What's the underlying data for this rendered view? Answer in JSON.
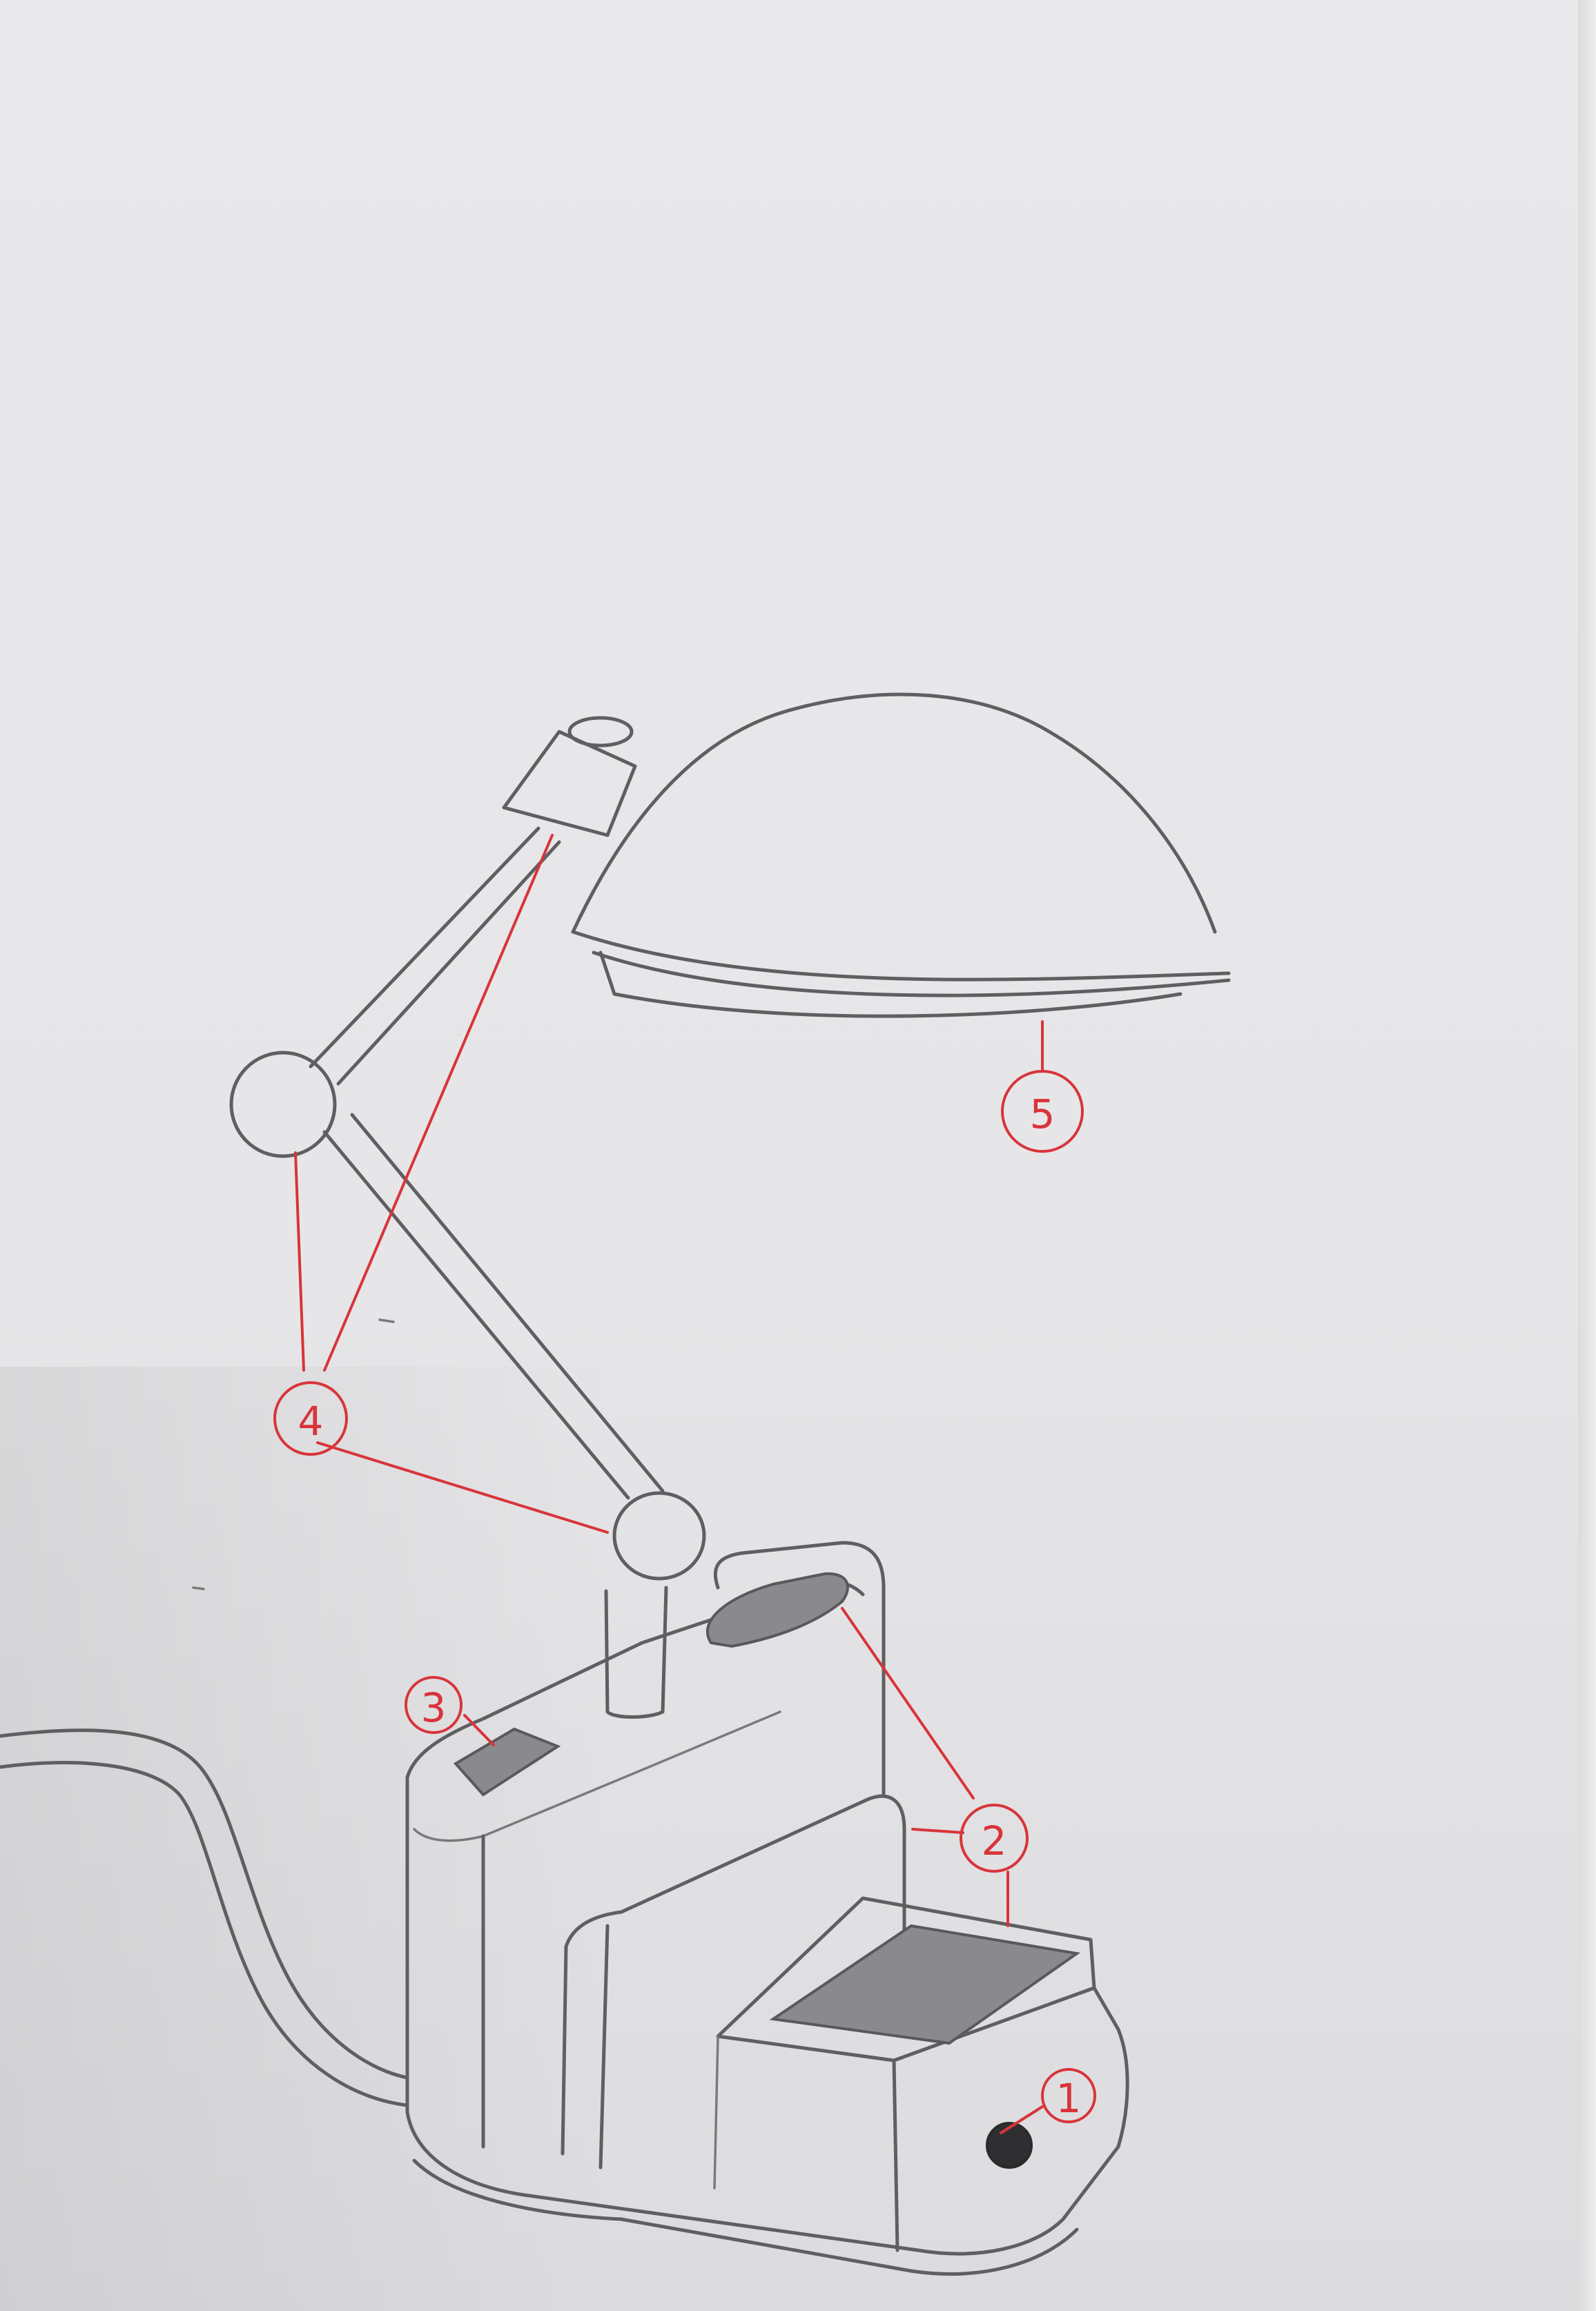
{
  "callouts": [
    {
      "label": "1",
      "part": "knob"
    },
    {
      "label": "2",
      "part": "pads"
    },
    {
      "label": "3",
      "part": "switch"
    },
    {
      "label": "4",
      "part": "joints"
    },
    {
      "label": "5",
      "part": "lampshade"
    }
  ],
  "colors": {
    "paper": "#e7e7e9",
    "pencil": "#5f5f62",
    "annotation_red": "#d8343a"
  }
}
